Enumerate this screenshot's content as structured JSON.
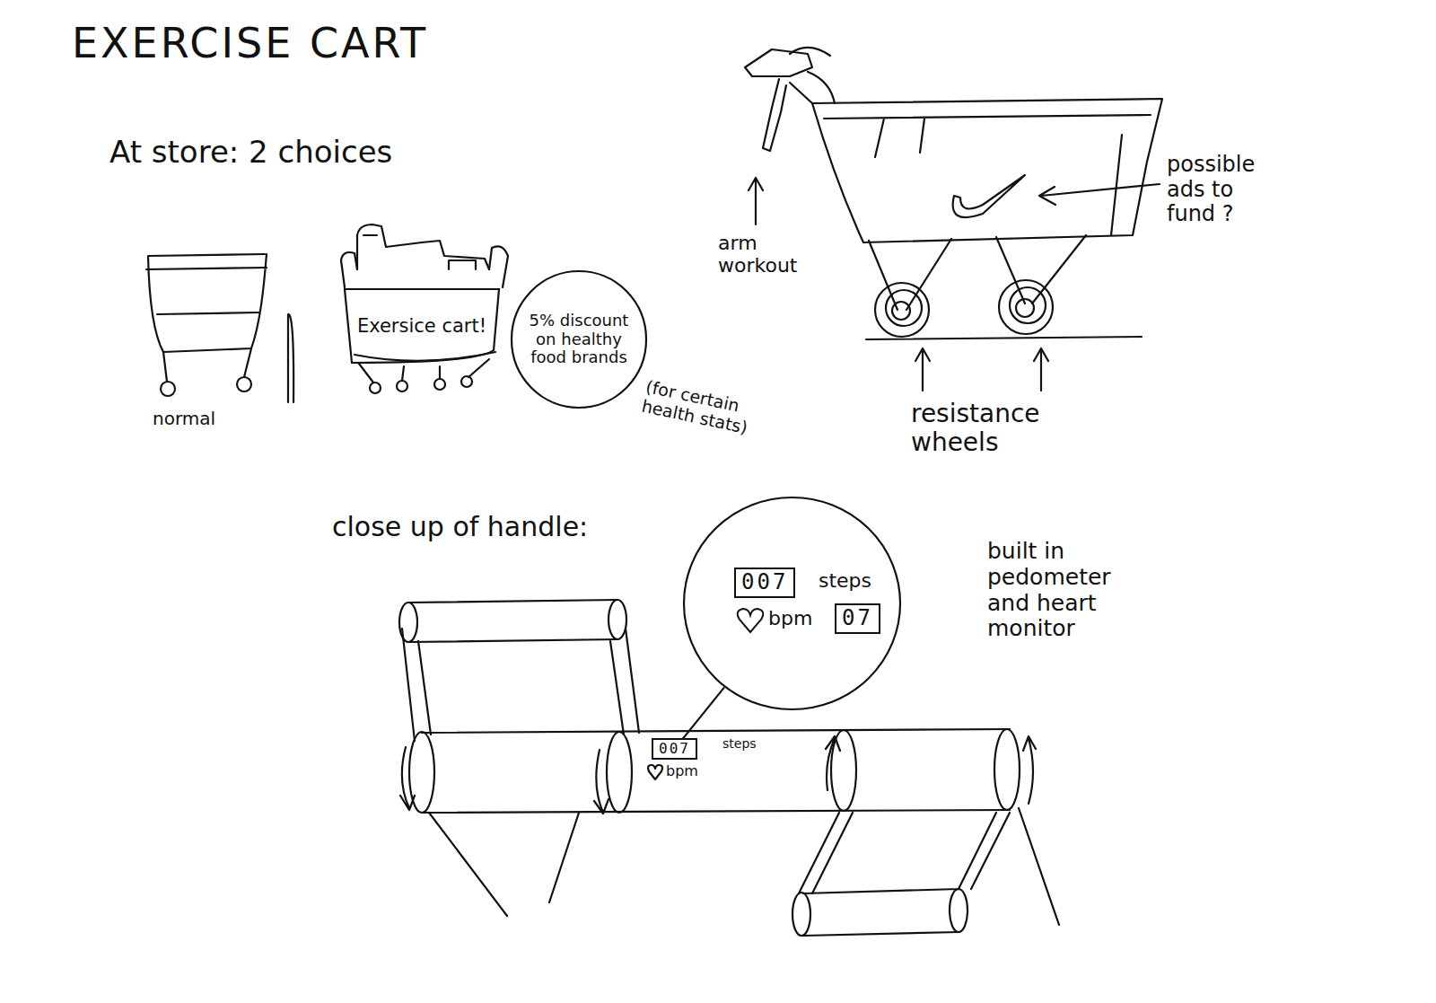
{
  "diagram": {
    "title": "EXERCISE CART",
    "nodes": [
      {
        "text": [
          "Exersice cart!"
        ]
      },
      {
        "text": [
          "5% discount on healthy food brands"
        ]
      },
      {
        "text": [
          "steps",
          "bpm"
        ]
      },
      {
        "text": [
          "007"
        ],
        "in": 2
      },
      {
        "text": [
          "07"
        ],
        "in": 2
      },
      {
        "text": [
          "007"
        ]
      }
    ],
    "edges": [
      {
        "from": 2,
        "to": 5,
        "arrow": "none"
      }
    ],
    "labels": [
      "At store: 2 choices",
      "normal",
      "(for certain health stats)",
      "arm workout",
      "possible ads to fund ?",
      "resistance wheels",
      "close up of handle:",
      "built in pedometer and heart monitor",
      "steps",
      "bpm"
    ]
  }
}
